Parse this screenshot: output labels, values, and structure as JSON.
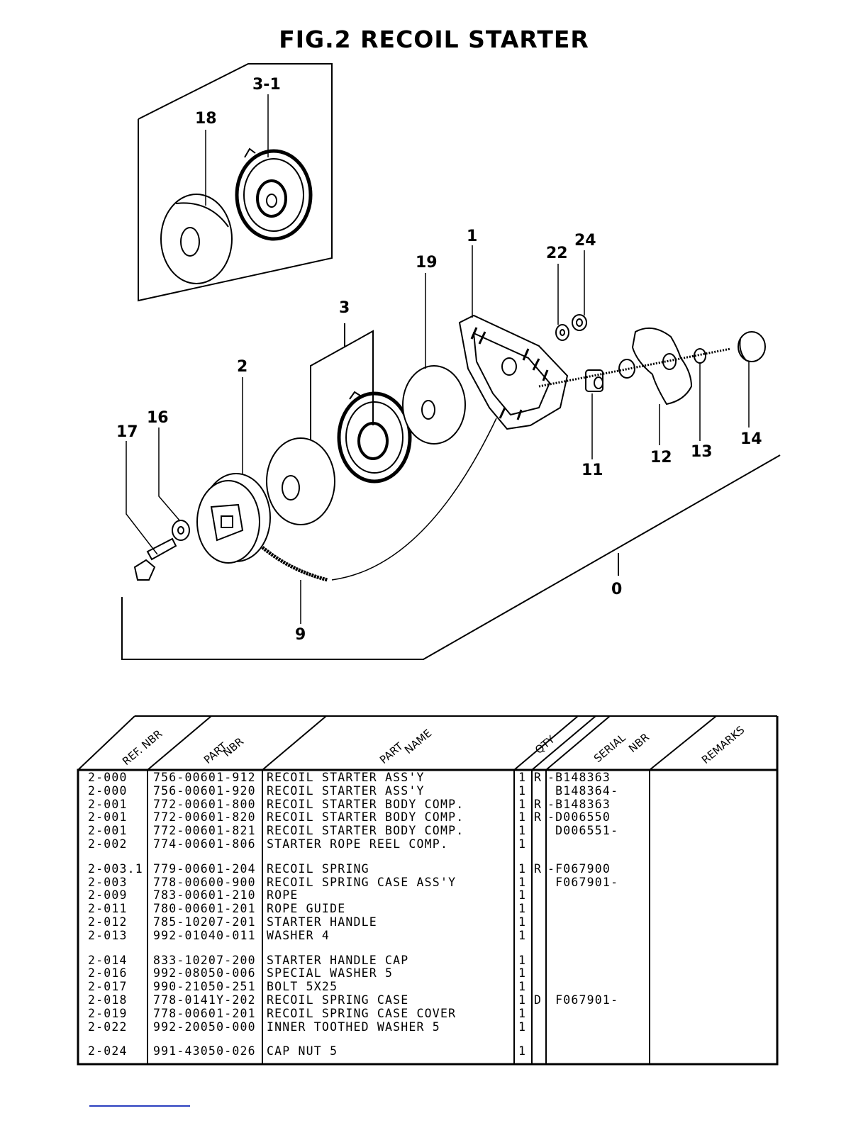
{
  "title": "FIG.2   RECOIL STARTER",
  "callouts": {
    "c3_1": "3-1",
    "c18": "18",
    "c1": "1",
    "c19": "19",
    "c22": "22",
    "c24": "24",
    "c3": "3",
    "c2": "2",
    "c16": "16",
    "c17": "17",
    "c11": "11",
    "c12": "12",
    "c13": "13",
    "c14": "14",
    "c0": "0",
    "c9": "9"
  },
  "table": {
    "headers": {
      "ref": "REF. NBR",
      "part_nbr_1": "PART",
      "part_nbr_2": "NBR",
      "part_name_1": "PART",
      "part_name_2": "NAME",
      "qty": "QTY",
      "serial_1": "SERIAL",
      "serial_2": "NBR",
      "remarks": "REMARKS"
    },
    "rows": [
      {
        "ref": "2-000",
        "part": "756-00601-912",
        "name": "RECOIL STARTER ASS'Y",
        "qty": "1",
        "flag": "R",
        "serial": "-B148363"
      },
      {
        "ref": "2-000",
        "part": "756-00601-920",
        "name": "RECOIL STARTER ASS'Y",
        "qty": "1",
        "flag": "",
        "serial": " B148364-"
      },
      {
        "ref": "2-001",
        "part": "772-00601-800",
        "name": "RECOIL STARTER BODY COMP.",
        "qty": "1",
        "flag": "R",
        "serial": "-B148363"
      },
      {
        "ref": "2-001",
        "part": "772-00601-820",
        "name": "RECOIL STARTER BODY COMP.",
        "qty": "1",
        "flag": "R",
        "serial": "-D006550"
      },
      {
        "ref": "2-001",
        "part": "772-00601-821",
        "name": "RECOIL STARTER BODY COMP.",
        "qty": "1",
        "flag": "",
        "serial": " D006551-"
      },
      {
        "ref": "2-002",
        "part": "774-00601-806",
        "name": "STARTER ROPE REEL COMP.",
        "qty": "1",
        "flag": "",
        "serial": ""
      },
      {
        "ref": "2-003.1",
        "part": "779-00601-204",
        "name": "RECOIL SPRING",
        "qty": "1",
        "flag": "R",
        "serial": "-F067900"
      },
      {
        "ref": "2-003",
        "part": "778-00600-900",
        "name": "RECOIL SPRING CASE ASS'Y",
        "qty": "1",
        "flag": "",
        "serial": " F067901-"
      },
      {
        "ref": "2-009",
        "part": "783-00601-210",
        "name": "ROPE",
        "qty": "1",
        "flag": "",
        "serial": ""
      },
      {
        "ref": "2-011",
        "part": "780-00601-201",
        "name": "ROPE GUIDE",
        "qty": "1",
        "flag": "",
        "serial": ""
      },
      {
        "ref": "2-012",
        "part": "785-10207-201",
        "name": "STARTER HANDLE",
        "qty": "1",
        "flag": "",
        "serial": ""
      },
      {
        "ref": "2-013",
        "part": "992-01040-011",
        "name": "WASHER 4",
        "qty": "1",
        "flag": "",
        "serial": ""
      },
      {
        "ref": "2-014",
        "part": "833-10207-200",
        "name": "STARTER HANDLE CAP",
        "qty": "1",
        "flag": "",
        "serial": ""
      },
      {
        "ref": "2-016",
        "part": "992-08050-006",
        "name": "SPECIAL WASHER 5",
        "qty": "1",
        "flag": "",
        "serial": ""
      },
      {
        "ref": "2-017",
        "part": "990-21050-251",
        "name": "BOLT 5X25",
        "qty": "1",
        "flag": "",
        "serial": ""
      },
      {
        "ref": "2-018",
        "part": "778-0141Y-202",
        "name": "RECOIL SPRING CASE",
        "qty": "1",
        "flag": "D",
        "serial": " F067901-"
      },
      {
        "ref": "2-019",
        "part": "778-00601-201",
        "name": "RECOIL SPRING CASE COVER",
        "qty": "1",
        "flag": "",
        "serial": ""
      },
      {
        "ref": "2-022",
        "part": "992-20050-000",
        "name": "INNER TOOTHED WASHER 5",
        "qty": "1",
        "flag": "",
        "serial": ""
      },
      {
        "ref": "2-024",
        "part": "991-43050-026",
        "name": "CAP NUT 5",
        "qty": "1",
        "flag": "",
        "serial": ""
      }
    ]
  }
}
